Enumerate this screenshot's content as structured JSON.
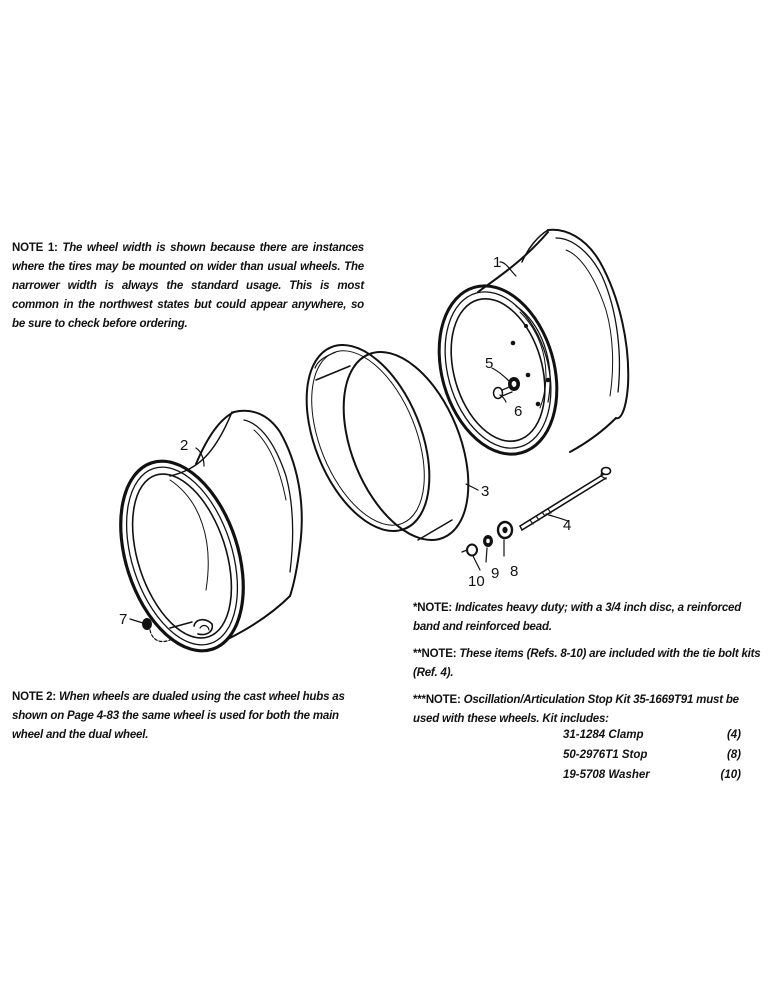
{
  "notes": {
    "note1": {
      "label": "NOTE 1:",
      "text": "The wheel width is shown because there are instances where the tires may be mounted on wider than usual wheels. The narrower width is always the standard usage. This is most common in the northwest states but could appear anywhere, so be sure to check before ordering."
    },
    "note2": {
      "label": "NOTE 2:",
      "text": "When wheels are dualed using the cast wheel hubs as shown on Page 4-83 the same wheel is used for both the main wheel and the dual wheel."
    },
    "heavy_duty": {
      "label": "*NOTE:",
      "text": "Indicates heavy duty; with a 3/4 inch disc, a reinforced band and reinforced bead."
    },
    "tie_bolt": {
      "label": "**NOTE:",
      "text": "These items (Refs. 8-10) are included with the tie bolt kits (Ref. 4)."
    },
    "stop_kit": {
      "label": "***NOTE:",
      "text": "Oscillation/Articulation Stop Kit 35-1669T91 must be used with these wheels. Kit includes:"
    }
  },
  "kit_items": [
    {
      "part": "31-1284 Clamp",
      "qty": "(4)"
    },
    {
      "part": "50-2976T1 Stop",
      "qty": "(8)"
    },
    {
      "part": "19-5708 Washer",
      "qty": "(10)"
    }
  ],
  "callouts": {
    "r1": "1",
    "r2": "2",
    "r3": "3",
    "r4": "4",
    "r5": "5",
    "r6": "6",
    "r7": "7",
    "r8": "8",
    "r9": "9",
    "r10": "10"
  }
}
